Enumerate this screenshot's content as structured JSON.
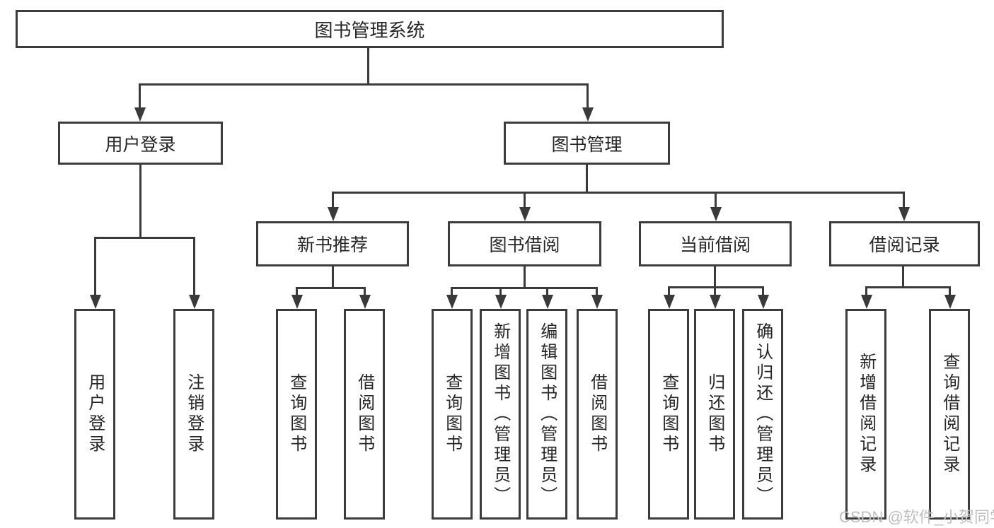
{
  "diagram": {
    "nodes": {
      "root": {
        "label": "图书管理系统"
      },
      "user_login": {
        "label": "用户登录"
      },
      "book_mgmt": {
        "label": "图书管理"
      },
      "new_book_rec": {
        "label": "新书推荐"
      },
      "book_borrow": {
        "label": "图书借阅"
      },
      "current_borrow": {
        "label": "当前借阅"
      },
      "borrow_records": {
        "label": "借阅记录"
      },
      "leaf_user_login": {
        "label": "用户登录"
      },
      "leaf_logout": {
        "label": "注销登录"
      },
      "leaf_query_book_1": {
        "label": "查询图书"
      },
      "leaf_borrow_book_1": {
        "label": "借阅图书"
      },
      "leaf_query_book_2": {
        "label": "查询图书"
      },
      "leaf_add_book": {
        "label": "新增图书（管理员）"
      },
      "leaf_edit_book": {
        "label": "编辑图书（管理员）"
      },
      "leaf_borrow_book_2": {
        "label": "借阅图书"
      },
      "leaf_query_book_3": {
        "label": "查询图书"
      },
      "leaf_return_book": {
        "label": "归还图书"
      },
      "leaf_confirm_return": {
        "label": "确认归还（管理员）"
      },
      "leaf_add_record": {
        "label": "新增借阅记录"
      },
      "leaf_query_record": {
        "label": "查询借阅记录"
      }
    },
    "hierarchy": [
      {
        "parent": "图书管理系统",
        "children": [
          "用户登录",
          "图书管理"
        ]
      },
      {
        "parent": "用户登录",
        "children": [
          "用户登录",
          "注销登录"
        ]
      },
      {
        "parent": "图书管理",
        "children": [
          "新书推荐",
          "图书借阅",
          "当前借阅",
          "借阅记录"
        ]
      },
      {
        "parent": "新书推荐",
        "children": [
          "查询图书",
          "借阅图书"
        ]
      },
      {
        "parent": "图书借阅",
        "children": [
          "查询图书",
          "新增图书（管理员）",
          "编辑图书（管理员）",
          "借阅图书"
        ]
      },
      {
        "parent": "当前借阅",
        "children": [
          "查询图书",
          "归还图书",
          "确认归还（管理员）"
        ]
      },
      {
        "parent": "借阅记录",
        "children": [
          "新增借阅记录",
          "查询借阅记录"
        ]
      }
    ],
    "colors": {
      "line": "#3a3a3a",
      "border": "#3c3c3c",
      "text": "#262626",
      "background": "#ffffff",
      "watermark": "#bfbfbf"
    }
  },
  "watermark": {
    "text": "CSDN @软件_小贺同学"
  }
}
